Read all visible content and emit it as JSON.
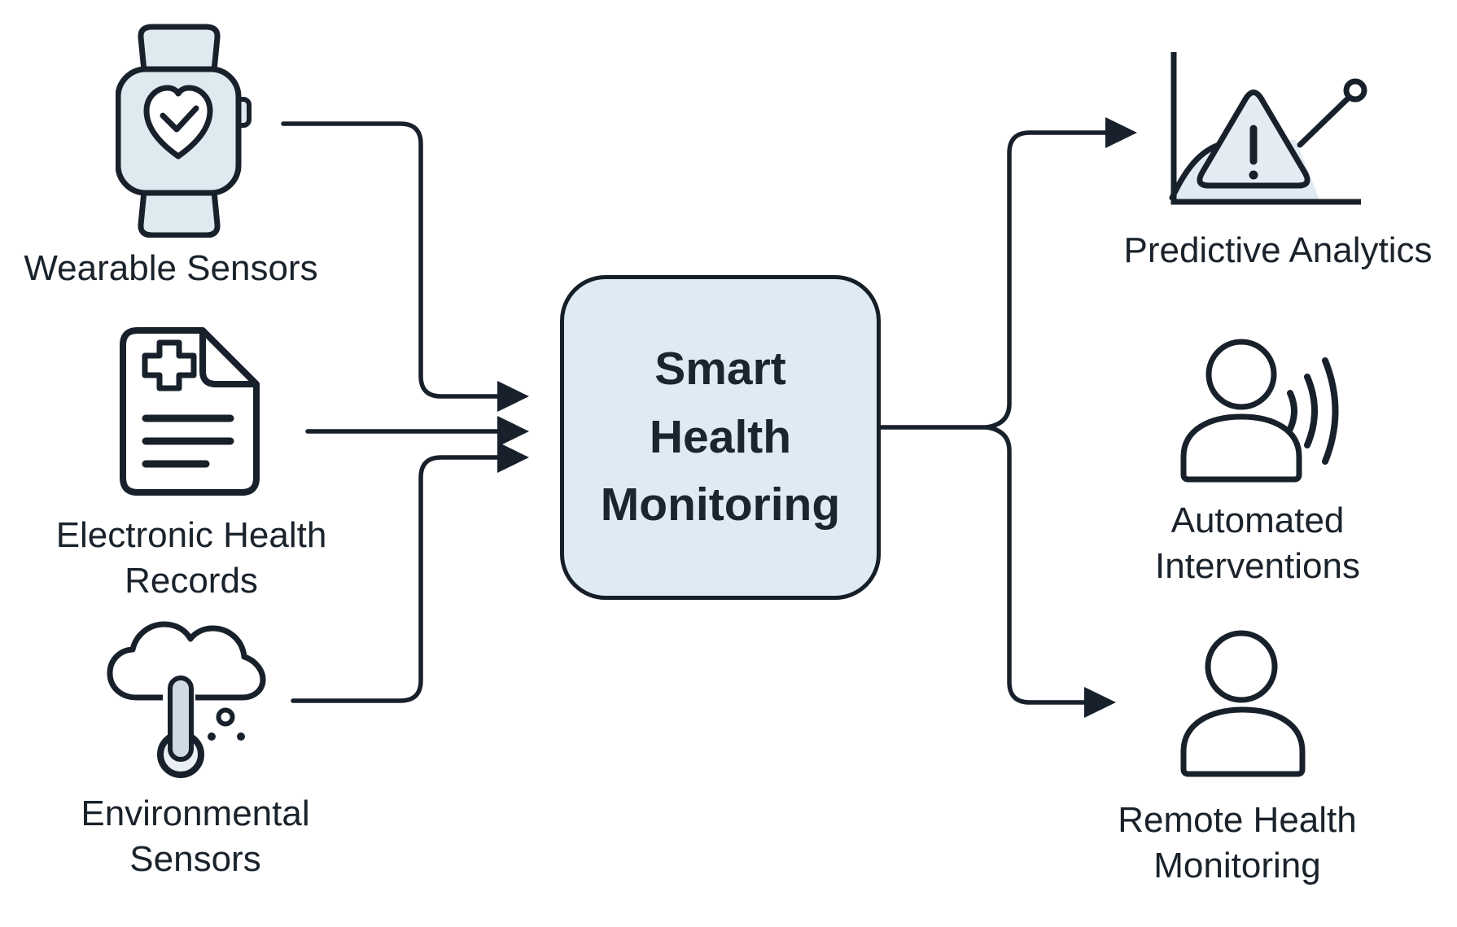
{
  "diagram": {
    "hub": {
      "label": "Smart\nHealth\nMonitoring"
    },
    "inputs": [
      {
        "id": "wearable-sensors",
        "label": "Wearable Sensors",
        "icon": "smartwatch-heart-icon"
      },
      {
        "id": "electronic-records",
        "label": "Electronic Health\nRecords",
        "icon": "medical-document-icon"
      },
      {
        "id": "environmental-sensors",
        "label": "Environmental\nSensors",
        "icon": "cloud-thermometer-icon"
      }
    ],
    "outputs": [
      {
        "id": "predictive-analytics",
        "label": "Predictive Analytics",
        "icon": "chart-alert-icon"
      },
      {
        "id": "automated-interventions",
        "label": "Automated\nInterventions",
        "icon": "person-sound-waves-icon"
      },
      {
        "id": "remote-monitoring",
        "label": "Remote Health\nMonitoring",
        "icon": "person-icon"
      }
    ],
    "colors": {
      "background": "#ffffff",
      "stroke": "#18212b",
      "text": "#1a222b",
      "hub_fill": "#deebf4",
      "icon_fill": "#dee9f0",
      "area_fill": "#e0eaf2",
      "thermometer_fill": "#cfdae2"
    }
  }
}
